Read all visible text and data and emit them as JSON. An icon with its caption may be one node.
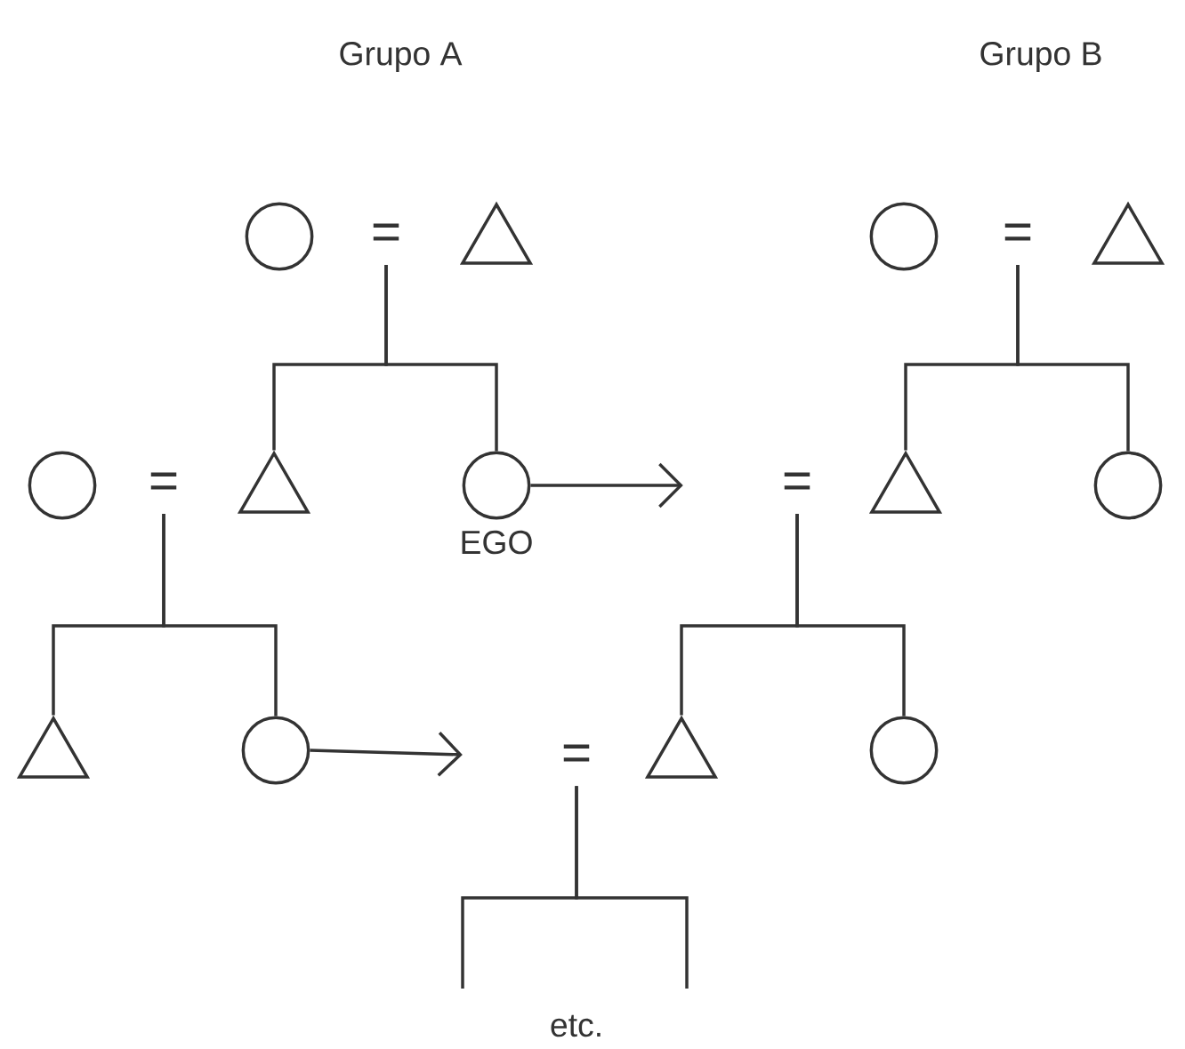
{
  "diagram": {
    "nodes": [
      {
        "text": [],
        "shape": "circle"
      },
      {
        "text": [
          "="
        ]
      },
      {
        "text": [],
        "shape": "triangle"
      },
      {
        "text": [],
        "shape": "circle"
      },
      {
        "text": [
          "="
        ]
      },
      {
        "text": [],
        "shape": "triangle"
      },
      {
        "text": [],
        "shape": "circle"
      },
      {
        "text": [
          "="
        ]
      },
      {
        "text": [],
        "shape": "triangle"
      },
      {
        "text": [],
        "shape": "circle",
        "beside": [
          "EGO"
        ]
      },
      {
        "text": [
          "="
        ]
      },
      {
        "text": [],
        "shape": "triangle"
      },
      {
        "text": [],
        "shape": "circle"
      },
      {
        "text": [],
        "shape": "triangle"
      },
      {
        "text": [],
        "shape": "circle"
      },
      {
        "text": [
          "="
        ]
      },
      {
        "text": [],
        "shape": "triangle"
      },
      {
        "text": [],
        "shape": "circle"
      }
    ],
    "edges": [
      {
        "from": 1,
        "to": 8,
        "arrow": "none"
      },
      {
        "from": 1,
        "to": 9,
        "arrow": "none"
      },
      {
        "from": 4,
        "to": 11,
        "arrow": "none"
      },
      {
        "from": 4,
        "to": 12,
        "arrow": "none"
      },
      {
        "from": 9,
        "to": 10,
        "arrow": "to"
      },
      {
        "from": 7,
        "to": 13,
        "arrow": "none"
      },
      {
        "from": 7,
        "to": 14,
        "arrow": "none"
      },
      {
        "from": 10,
        "to": 16,
        "arrow": "none"
      },
      {
        "from": 10,
        "to": 17,
        "arrow": "none"
      },
      {
        "from": 14,
        "to": 15,
        "arrow": "to"
      },
      {
        "from": 15,
        "to": null,
        "arrow": "none"
      },
      {
        "from": 15,
        "to": null,
        "arrow": "none"
      }
    ],
    "labels": [
      "Grupo A",
      "Grupo B",
      "etc."
    ]
  }
}
